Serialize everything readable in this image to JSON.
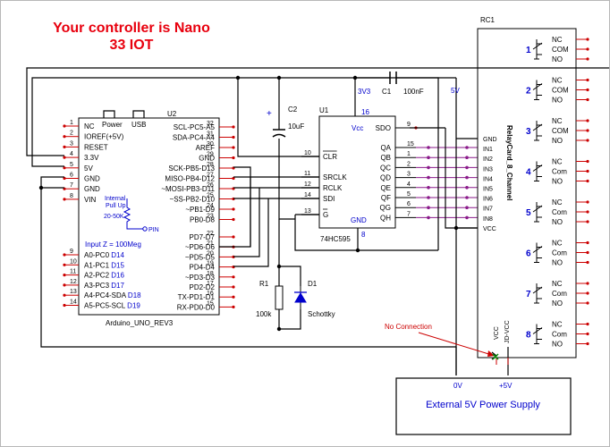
{
  "title": {
    "line1": "Your controller is Nano",
    "line2": "33 IOT"
  },
  "colors": {
    "title": "#e8000e",
    "wire": "#000000",
    "pin_stub": "#cc0000",
    "label_blue": "#0000cc",
    "purple": "#8a1a8a"
  },
  "arduino": {
    "ref": "U2",
    "name": "Arduino_UNO_REV3",
    "power_label": "Power",
    "usb_label": "USB",
    "left_pins": [
      {
        "num": "1",
        "label": "NC"
      },
      {
        "num": "2",
        "label": "IOREF(+5V)"
      },
      {
        "num": "3",
        "label": "RESET"
      },
      {
        "num": "4",
        "label": "3.3V"
      },
      {
        "num": "5",
        "label": "5V"
      },
      {
        "num": "6",
        "label": "GND"
      },
      {
        "num": "7",
        "label": "GND"
      },
      {
        "num": "8",
        "label": "VIN"
      }
    ],
    "analog_pins": [
      {
        "num": "9",
        "label": "A0-PC0",
        "dpin": "D14"
      },
      {
        "num": "10",
        "label": "A1-PC1",
        "dpin": "D15"
      },
      {
        "num": "11",
        "label": "A2-PC2",
        "dpin": "D16"
      },
      {
        "num": "12",
        "label": "A3-PC3",
        "dpin": "D17"
      },
      {
        "num": "13",
        "label": "A4-PC4-SDA",
        "dpin": "D18"
      },
      {
        "num": "14",
        "label": "A5-PC5-SCL",
        "dpin": "D19"
      }
    ],
    "right_pins_top": [
      {
        "num": "32",
        "label": "SCL-PC5-A5"
      },
      {
        "num": "31",
        "label": "SDA-PC4-A4"
      },
      {
        "num": "30",
        "label": "AREF"
      },
      {
        "num": "29",
        "label": "GND"
      },
      {
        "num": "28",
        "label": "SCK-PB5-D13"
      },
      {
        "num": "27",
        "label": "MISO-PB4-D12"
      },
      {
        "num": "26",
        "label": "~MOSI-PB3-D11"
      },
      {
        "num": "25",
        "label": "~SS-PB2-D10"
      },
      {
        "num": "24",
        "label": "~PB1-D9"
      },
      {
        "num": "23",
        "label": "PB0-D8"
      }
    ],
    "right_pins_bottom": [
      {
        "num": "22",
        "label": "PD7-D7"
      },
      {
        "num": "21",
        "label": "~PD6-D6"
      },
      {
        "num": "20",
        "label": "~PD5-D5"
      },
      {
        "num": "19",
        "label": "PD4-D4"
      },
      {
        "num": "18",
        "label": "~PD3-D3"
      },
      {
        "num": "17",
        "label": "PD2-D2"
      },
      {
        "num": "16",
        "label": "TX-PD1-D1"
      },
      {
        "num": "15",
        "label": "RX-PD0-D0"
      }
    ],
    "pullup_line1": "Internal",
    "pullup_line2": "Pull Up",
    "pullup_value": "20-50K",
    "pin_label": "PIN",
    "input_z": "Input Z = 100Meg"
  },
  "shift_register": {
    "ref": "U1",
    "name": "74HC595",
    "vcc_label": "Vcc",
    "vcc_pin": "16",
    "gnd_label": "GND",
    "gnd_pin": "8",
    "left_pins": [
      {
        "num": "10",
        "label": "CLR"
      },
      {
        "num": "11",
        "label": "SRCLK"
      },
      {
        "num": "12",
        "label": "RCLK"
      },
      {
        "num": "14",
        "label": "SDI"
      },
      {
        "num": "13",
        "label": "G"
      }
    ],
    "right_pins": [
      {
        "num": "9",
        "label": "SDO"
      },
      {
        "num": "15",
        "label": "QA"
      },
      {
        "num": "1",
        "label": "QB"
      },
      {
        "num": "2",
        "label": "QC"
      },
      {
        "num": "3",
        "label": "QD"
      },
      {
        "num": "4",
        "label": "QE"
      },
      {
        "num": "5",
        "label": "QF"
      },
      {
        "num": "6",
        "label": "QG"
      },
      {
        "num": "7",
        "label": "QH"
      }
    ]
  },
  "caps": {
    "c1": {
      "ref": "C1",
      "value": "100nF"
    },
    "c2": {
      "ref": "C2",
      "value": "10uF"
    }
  },
  "rails": {
    "v33": "3V3",
    "v5": "5V"
  },
  "r1": {
    "ref": "R1",
    "value": "100k"
  },
  "d1": {
    "ref": "D1",
    "value": "Schottky"
  },
  "relay": {
    "ref": "RC1",
    "name": "RelayCard_8_Channel",
    "inputs": [
      "GND",
      "IN1",
      "IN2",
      "IN3",
      "IN4",
      "IN5",
      "IN6",
      "IN7",
      "IN8",
      "VCC"
    ],
    "channels": [
      {
        "num": "1",
        "labels": [
          "NC",
          "COM",
          "NO"
        ]
      },
      {
        "num": "2",
        "labels": [
          "NC",
          "COM",
          "NO"
        ]
      },
      {
        "num": "3",
        "labels": [
          "NC",
          "COM",
          "NO"
        ]
      },
      {
        "num": "4",
        "labels": [
          "NC",
          "Com",
          "NO"
        ]
      },
      {
        "num": "5",
        "labels": [
          "NC",
          "Com",
          "NO"
        ]
      },
      {
        "num": "6",
        "labels": [
          "NC",
          "Com",
          "NO"
        ]
      },
      {
        "num": "7",
        "labels": [
          "NC",
          "Com",
          "NO"
        ]
      },
      {
        "num": "8",
        "labels": [
          "NC",
          "Com",
          "NO"
        ]
      }
    ],
    "vcc_bottom": "VCC",
    "jdvcc_bottom": "JD-VCC"
  },
  "no_connection": "No Connection",
  "psu": {
    "label": "External 5V Power Supply",
    "zero_v": "0V",
    "plus_5v": "+5V"
  }
}
